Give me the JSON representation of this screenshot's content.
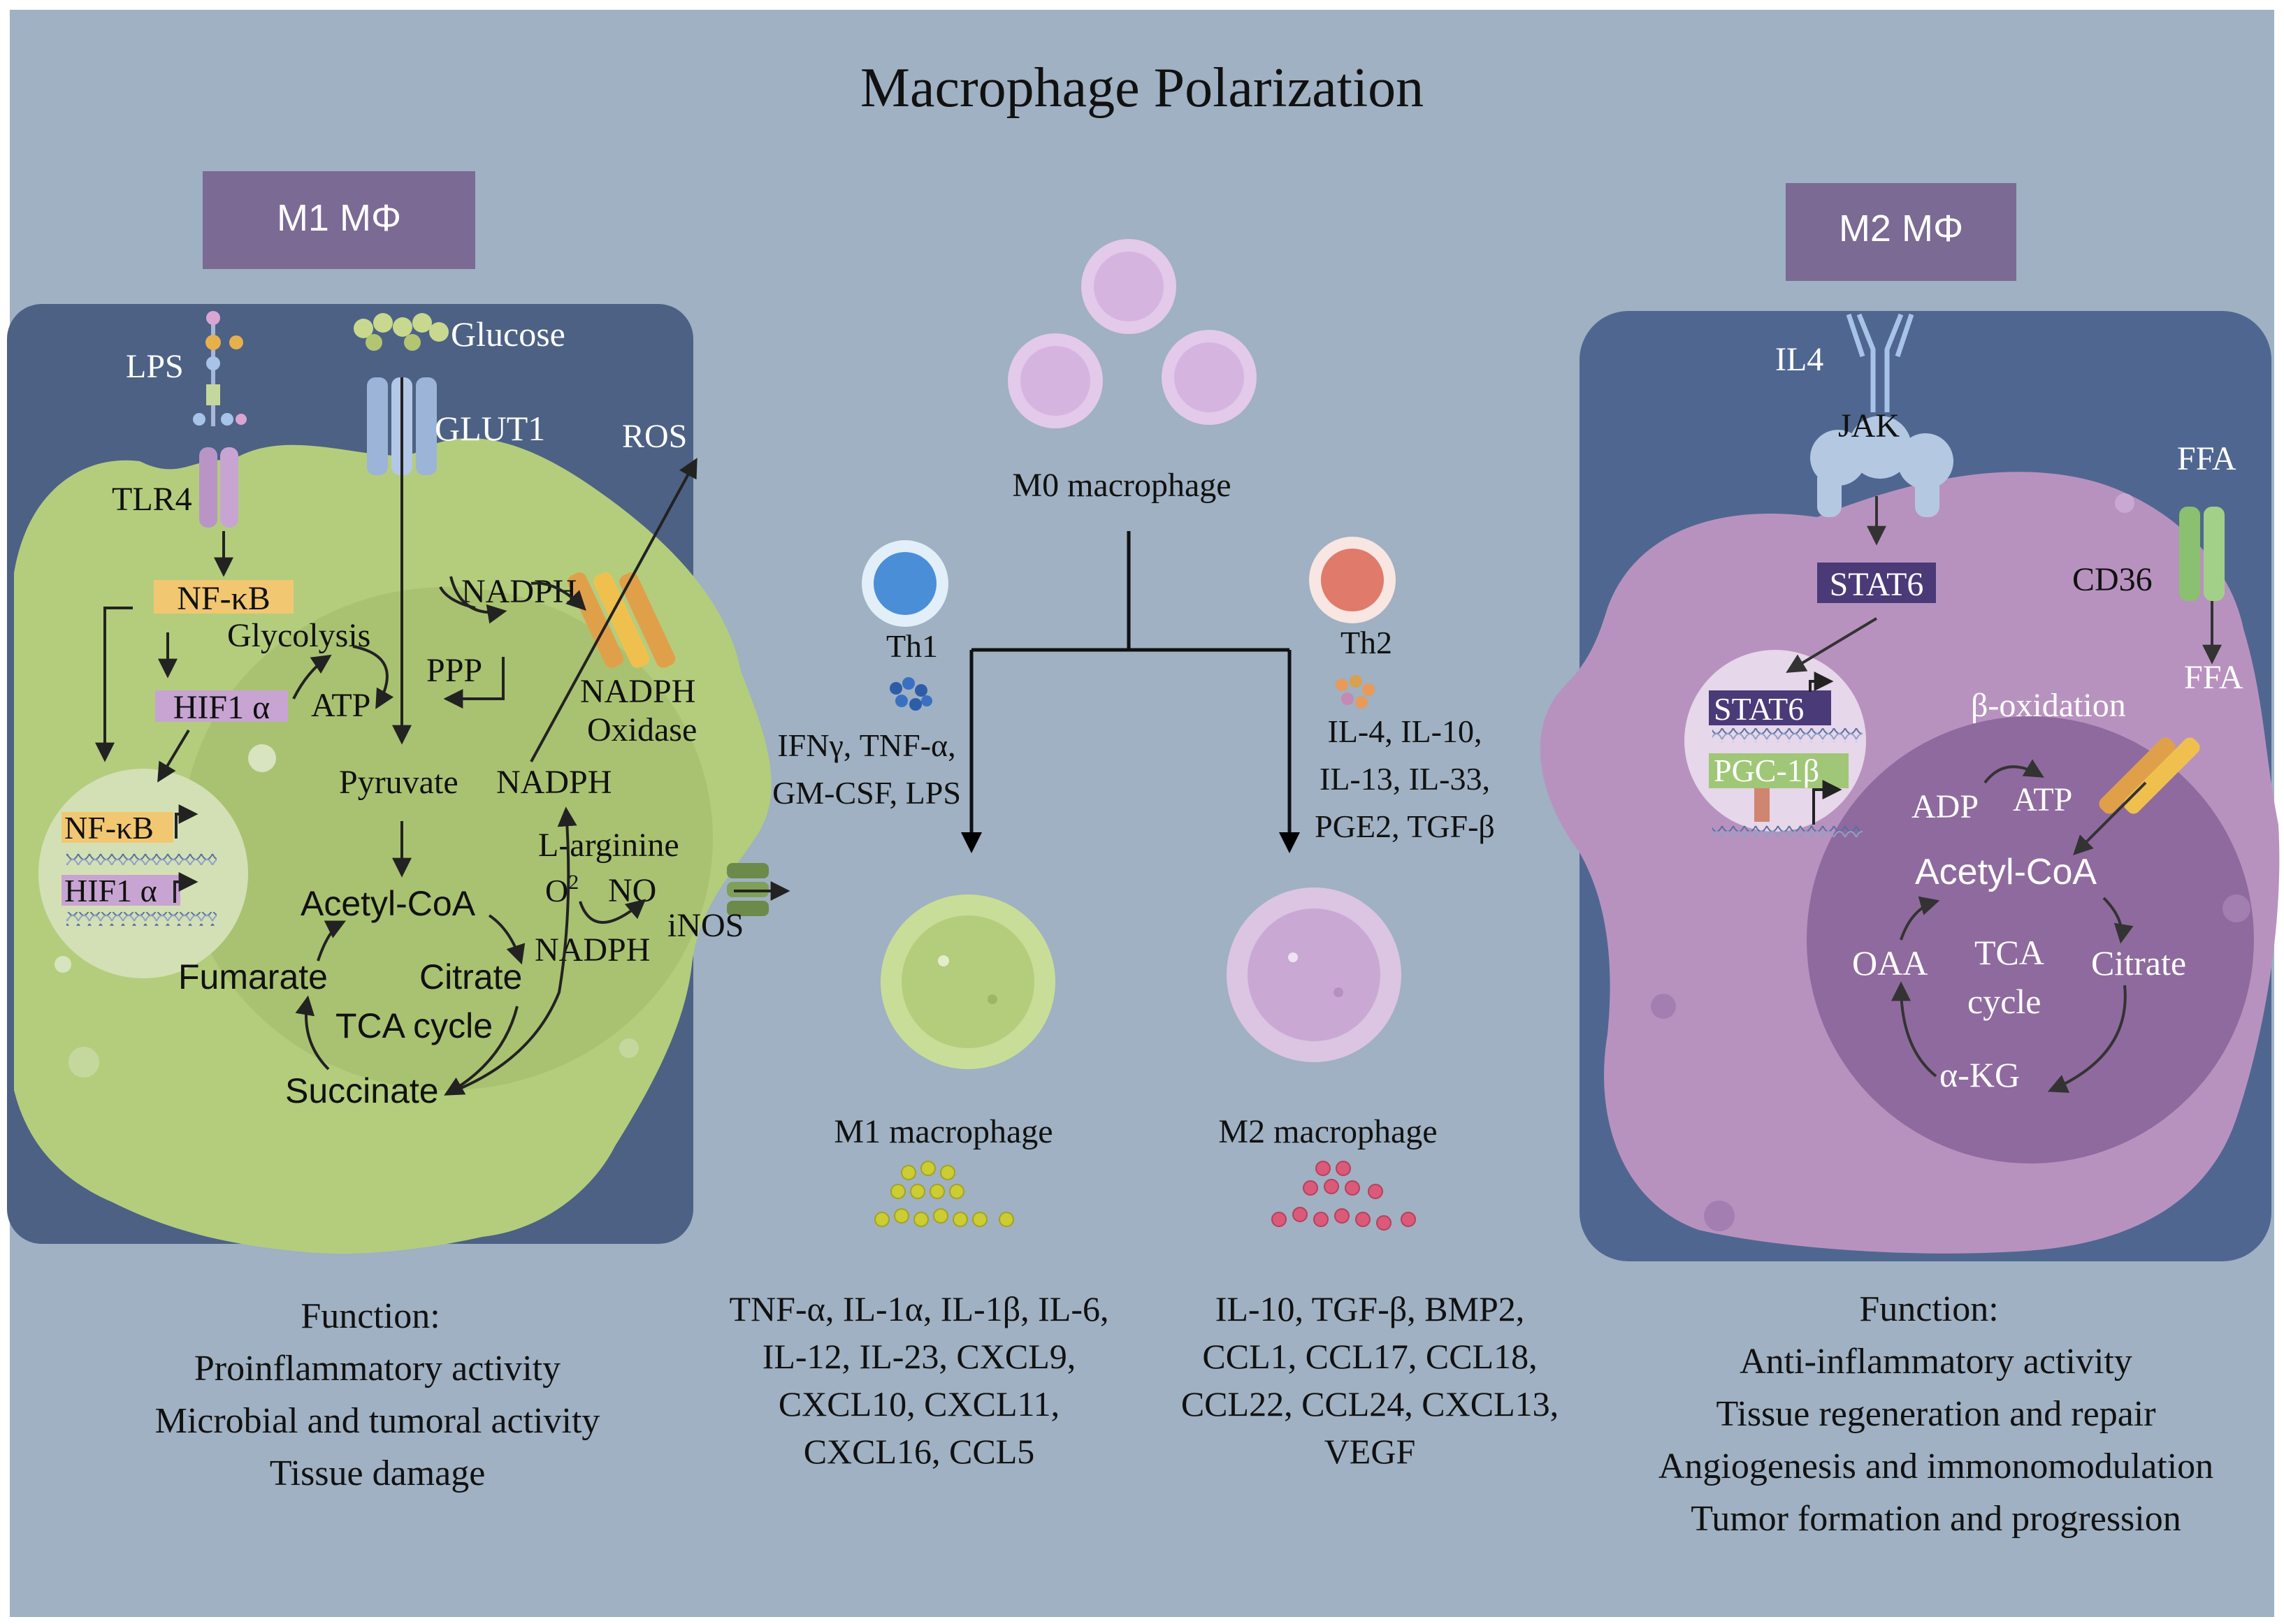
{
  "title": "Macrophage Polarization",
  "colors": {
    "background": "#9fb1c2",
    "m1_panel": "#4c6184",
    "m2_panel": "#4f6790",
    "m1_cell": "#b3cd7d",
    "m1_nucleus": "#a9c271",
    "m2_cell": "#b892bf",
    "m2_nucleus": "#8f6a9e",
    "label_box": "#7b6a94",
    "cytokine_m1": "#cccc33",
    "cytokine_m2": "#dc5a79",
    "arrow": "#222222"
  },
  "m1_panel": {
    "header": "M1 MΦ",
    "labels": {
      "lps": "LPS",
      "glucose": "Glucose",
      "glut1": "GLUT1",
      "tlr4": "TLR4",
      "ros": "ROS",
      "nfkb": "NF-κB",
      "nadph_top": "NADPH",
      "glycolysis": "Glycolysis",
      "ppp": "PPP",
      "hif1a": "HIF1 α",
      "atp": "ATP",
      "nadph_oxidase_1": "NADPH",
      "nadph_oxidase_2": "Oxidase",
      "pyruvate": "Pyruvate",
      "nadph_mid": "NADPH",
      "nfkb_gene": "NF-κB",
      "l_arginine": "L-arginine",
      "o2": "O",
      "o2_sup": "2",
      "no": "NO",
      "hif1a_gene": "HIF1 α",
      "acetyl_coa": "Acetyl-CoA",
      "inos": "iNOS",
      "nadph_low": "NADPH",
      "fumarate": "Fumarate",
      "citrate": "Citrate",
      "tca_cycle": "TCA cycle",
      "succinate": "Succinate"
    },
    "function_title": "Function:",
    "functions": [
      "Proinflammatory activity",
      "Microbial and tumoral activity",
      "Tissue damage"
    ]
  },
  "center": {
    "m0_label": "M0 macrophage",
    "th1": "Th1",
    "th2": "Th2",
    "th1_stimuli": [
      "IFNγ, TNF-α,",
      "GM-CSF, LPS"
    ],
    "th2_stimuli": [
      "IL-4, IL-10,",
      "IL-13, IL-33,",
      "PGE2, TGF-β"
    ],
    "m1_label": "M1 macrophage",
    "m2_label": "M2 macrophage",
    "m1_secreted": [
      "TNF-α, IL-1α, IL-1β, IL-6,",
      "IL-12, IL-23, CXCL9,",
      "CXCL10, CXCL11,",
      "CXCL16, CCL5"
    ],
    "m2_secreted": [
      "IL-10, TGF-β, BMP2,",
      "CCL1, CCL17, CCL18,",
      "CCL22, CCL24, CXCL13,",
      "VEGF"
    ]
  },
  "m2_panel": {
    "header": "M2 MΦ",
    "labels": {
      "il4": "IL4",
      "jak": "JAK",
      "ffa_top": "FFA",
      "stat6": "STAT6",
      "cd36": "CD36",
      "ffa_in": "FFA",
      "stat6_gene": "STAT6",
      "beta_oxidation": "β-oxidation",
      "pgc1b": "PGC-1β",
      "adp": "ADP",
      "atp": "ATP",
      "acetyl_coa": "Acetyl-CoA",
      "tca": "TCA",
      "cycle": "cycle",
      "oaa": "OAA",
      "citrate": "Citrate",
      "akg": "α-KG"
    },
    "function_title": "Function:",
    "functions": [
      "Anti-inflammatory activity",
      "Tissue regeneration and repair",
      "Angiogenesis and immonomodulation",
      "Tumor formation and progression"
    ]
  }
}
